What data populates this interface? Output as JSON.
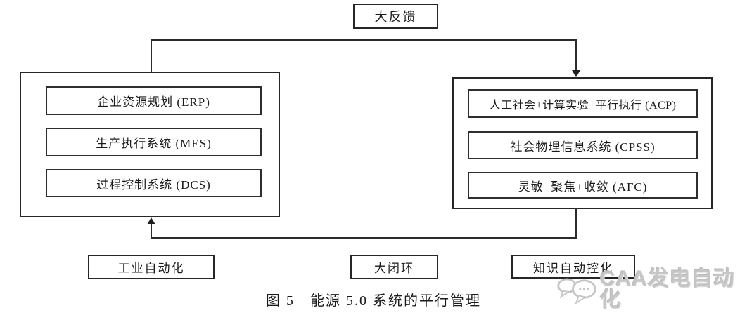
{
  "diagram": {
    "top_feedback_label": "大反馈",
    "left_system": {
      "items": [
        {
          "label": "企业资源规划 (ERP)"
        },
        {
          "label": "生产执行系统 (MES)"
        },
        {
          "label": "过程控制系统 (DCS)"
        }
      ]
    },
    "right_system": {
      "items": [
        {
          "label": "人工社会+计算实验+平行执行 (ACP)"
        },
        {
          "label": "社会物理信息系统 (CPSS)"
        },
        {
          "label": "灵敏+聚焦+收敛 (AFC)"
        }
      ]
    },
    "bottom_labels": {
      "left": "工业自动化",
      "center": "大闭环",
      "right": "知识自动控化"
    },
    "caption": "图 5　能源 5.0 系统的平行管理",
    "watermark": {
      "text": "CAA发电自动化",
      "icon": "chat-bubbles-icon"
    },
    "colors": {
      "background": "#ffffff",
      "line": "#2b2b2b",
      "text": "#1a1a1a",
      "watermark": "#c6c6c6"
    }
  }
}
